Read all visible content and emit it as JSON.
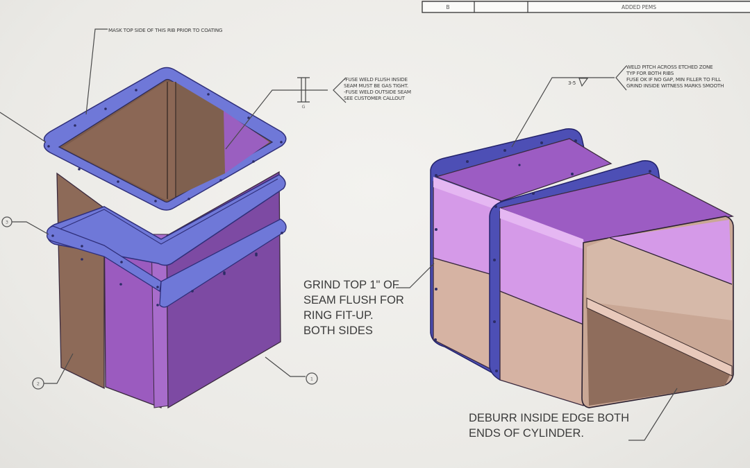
{
  "revision_table": {
    "rev": "B",
    "date": "",
    "description": "ADDED PEMS"
  },
  "left_view": {
    "title": "Square duct with two flange ribs (isometric, vertical)",
    "notes": {
      "mask": "MASK TOP SIDE OF THIS RIB PRIOR TO COATING",
      "fuse_weld": [
        "-FUSE WELD FLUSH INSIDE",
        "SEAM MUST BE GAS TIGHT.",
        "-FUSE WELD OUTSIDE SEAM",
        "SEE CUSTOMER CALLOUT"
      ],
      "weld_symbol_label": "G"
    },
    "balloons": [
      {
        "id": "balloon-3",
        "label": "3"
      },
      {
        "id": "balloon-2",
        "label": "2"
      },
      {
        "id": "balloon-1",
        "label": "1"
      }
    ]
  },
  "right_view": {
    "title": "Square duct with two flange ribs (isometric, horizontal)",
    "notes": {
      "weld_pitch": [
        "WELD PITCH ACROSS ETCHED ZONE",
        "TYP FOR BOTH RIBS",
        "FUSE OK IF NO GAP, MIN FILLER TO FILL",
        "GRIND INSIDE WITNESS MARKS SMOOTH"
      ],
      "weld_symbol_label": "3-5",
      "grind": [
        "GRIND TOP 1\" OF",
        "SEAM FLUSH FOR",
        "RING FIT-UP.",
        "BOTH SIDES"
      ],
      "deburr": [
        "DEBURR INSIDE EDGE BOTH",
        "ENDS OF CYLINDER."
      ]
    }
  },
  "colors": {
    "background": "#ecebe8",
    "purple_light": "#d996ea",
    "purple_mid": "#a15fc4",
    "purple_dark": "#7f4ba6",
    "tan_light": "#d9b7a6",
    "tan_dark": "#8d6a58",
    "flange_blue": "#6f78d8",
    "flange_dark": "#4d4fb5"
  }
}
